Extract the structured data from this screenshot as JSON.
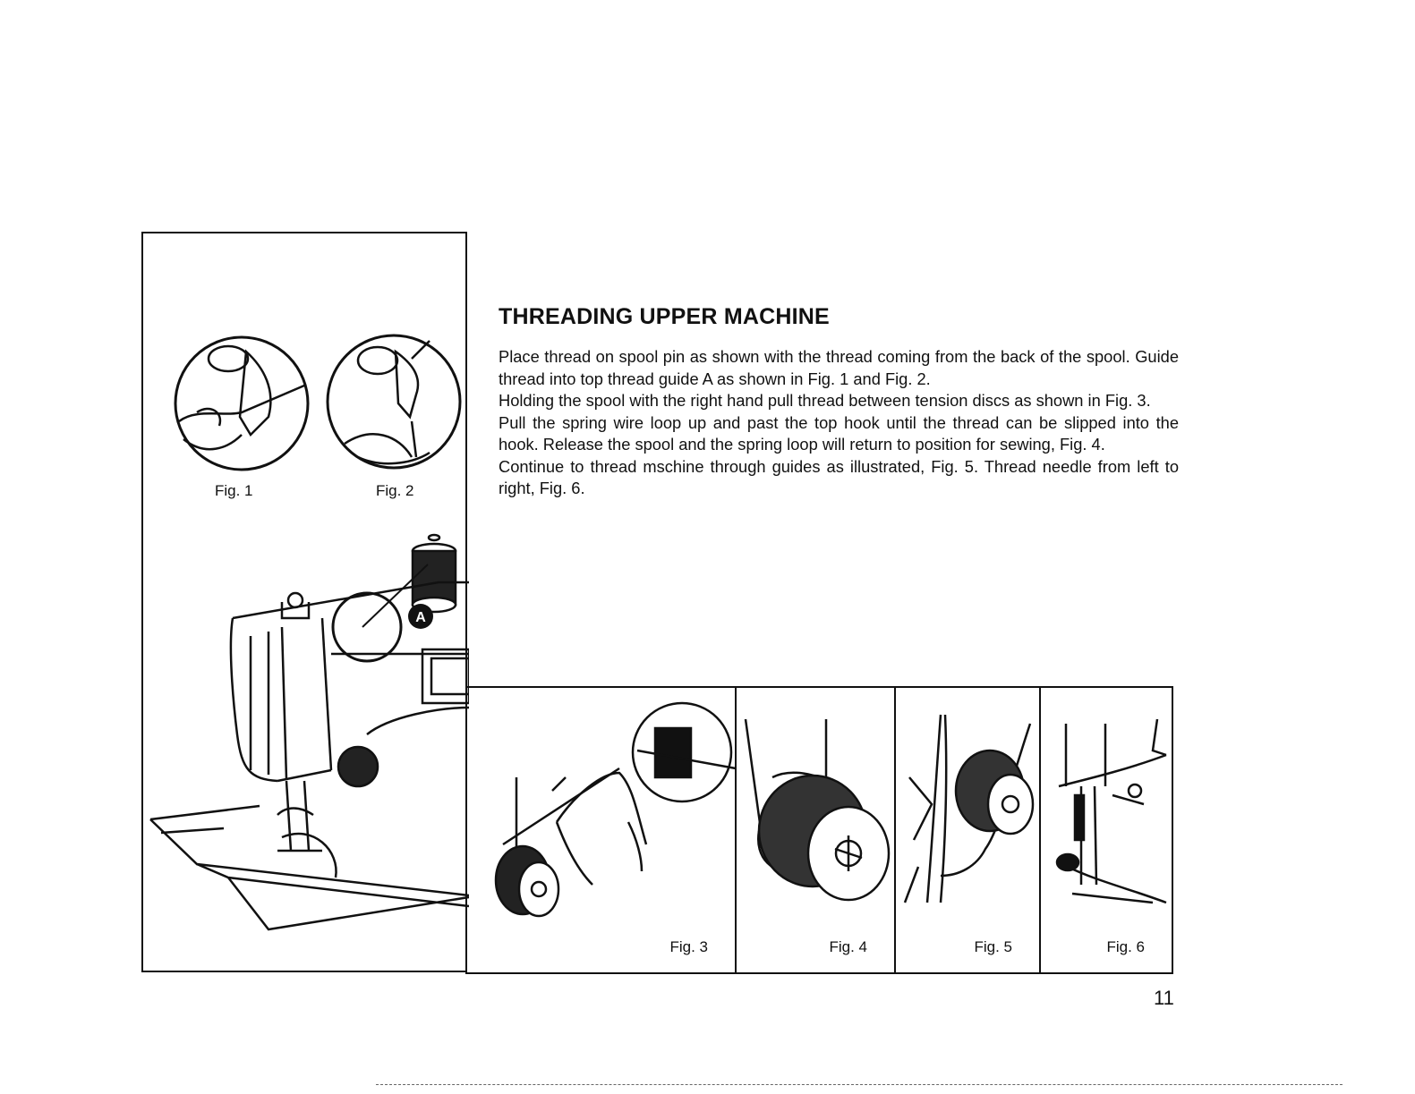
{
  "section_title": "THREADING UPPER MACHINE",
  "paragraphs": [
    "Place thread on spool pin as shown with the thread coming from the back of the spool. Guide thread into top thread guide A as shown in Fig. 1 and Fig. 2.",
    "Holding the spool with the right hand pull thread between tension discs as shown in Fig. 3.",
    "Pull the spring wire loop up and past the top hook until the thread can be slipped into the hook. Release the spool and the spring loop will return to position for sewing, Fig. 4.",
    "Continue to thread mschine through guides as illustrated, Fig. 5. Thread needle from left to right, Fig. 6."
  ],
  "figures": {
    "fig1": "Fig. 1",
    "fig2": "Fig. 2",
    "fig3": "Fig. 3",
    "fig4": "Fig. 4",
    "fig5": "Fig. 5",
    "fig6": "Fig. 6"
  },
  "guide_label": "A",
  "page_number": "11"
}
